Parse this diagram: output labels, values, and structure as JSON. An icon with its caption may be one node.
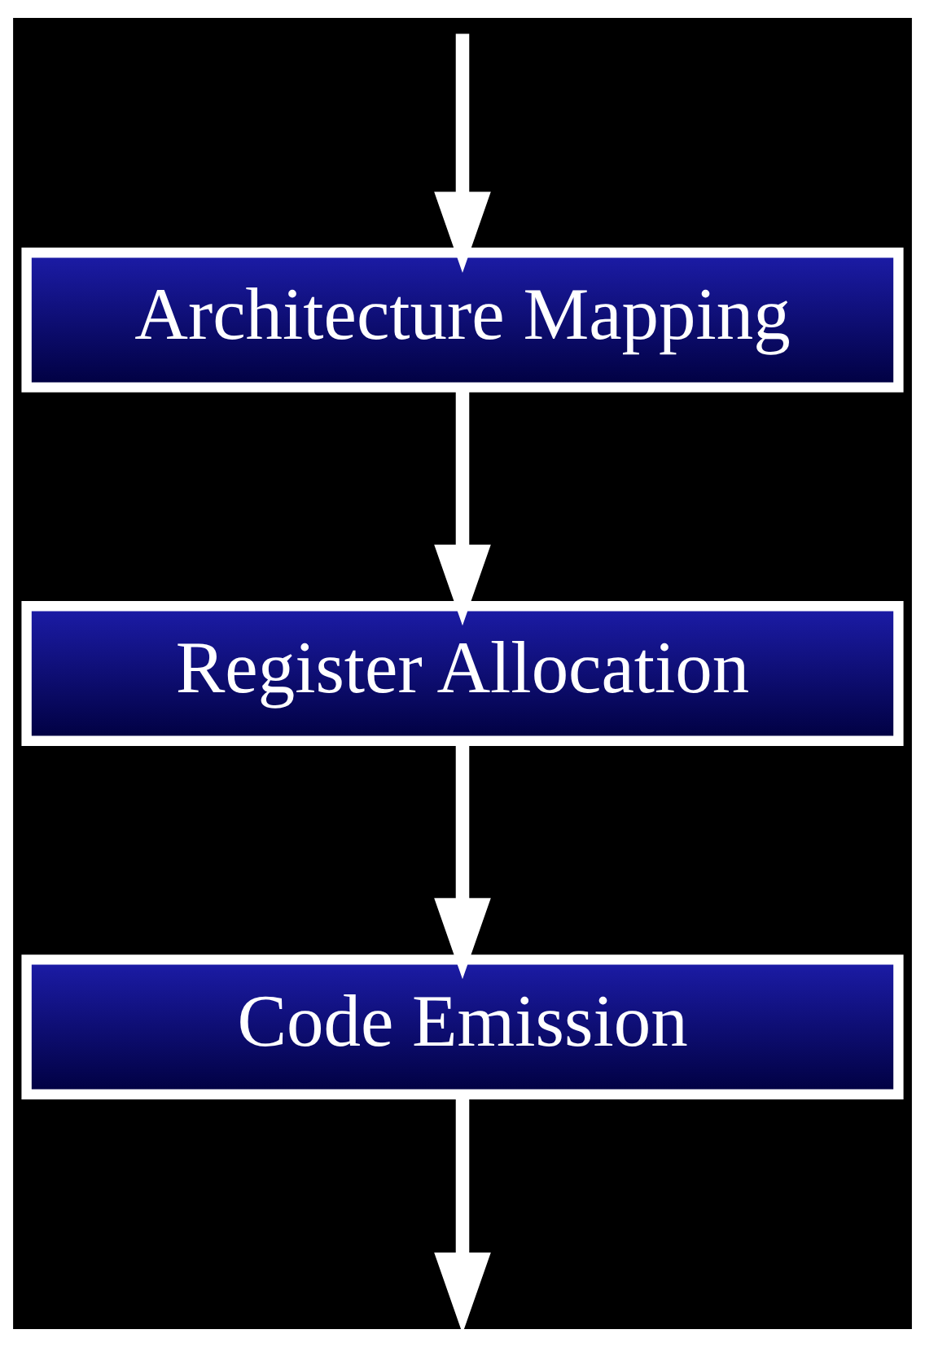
{
  "diagram": {
    "nodes": [
      {
        "text": [
          "Architecture Mapping"
        ]
      },
      {
        "text": [
          "Register Allocation"
        ]
      },
      {
        "text": [
          "Code Emission"
        ]
      }
    ],
    "edges": [
      {
        "from": null,
        "to": 0,
        "arrow": "to"
      },
      {
        "from": 0,
        "to": 1,
        "arrow": "to"
      },
      {
        "from": 1,
        "to": 2,
        "arrow": "to"
      },
      {
        "from": 2,
        "to": null,
        "arrow": "to"
      }
    ]
  }
}
